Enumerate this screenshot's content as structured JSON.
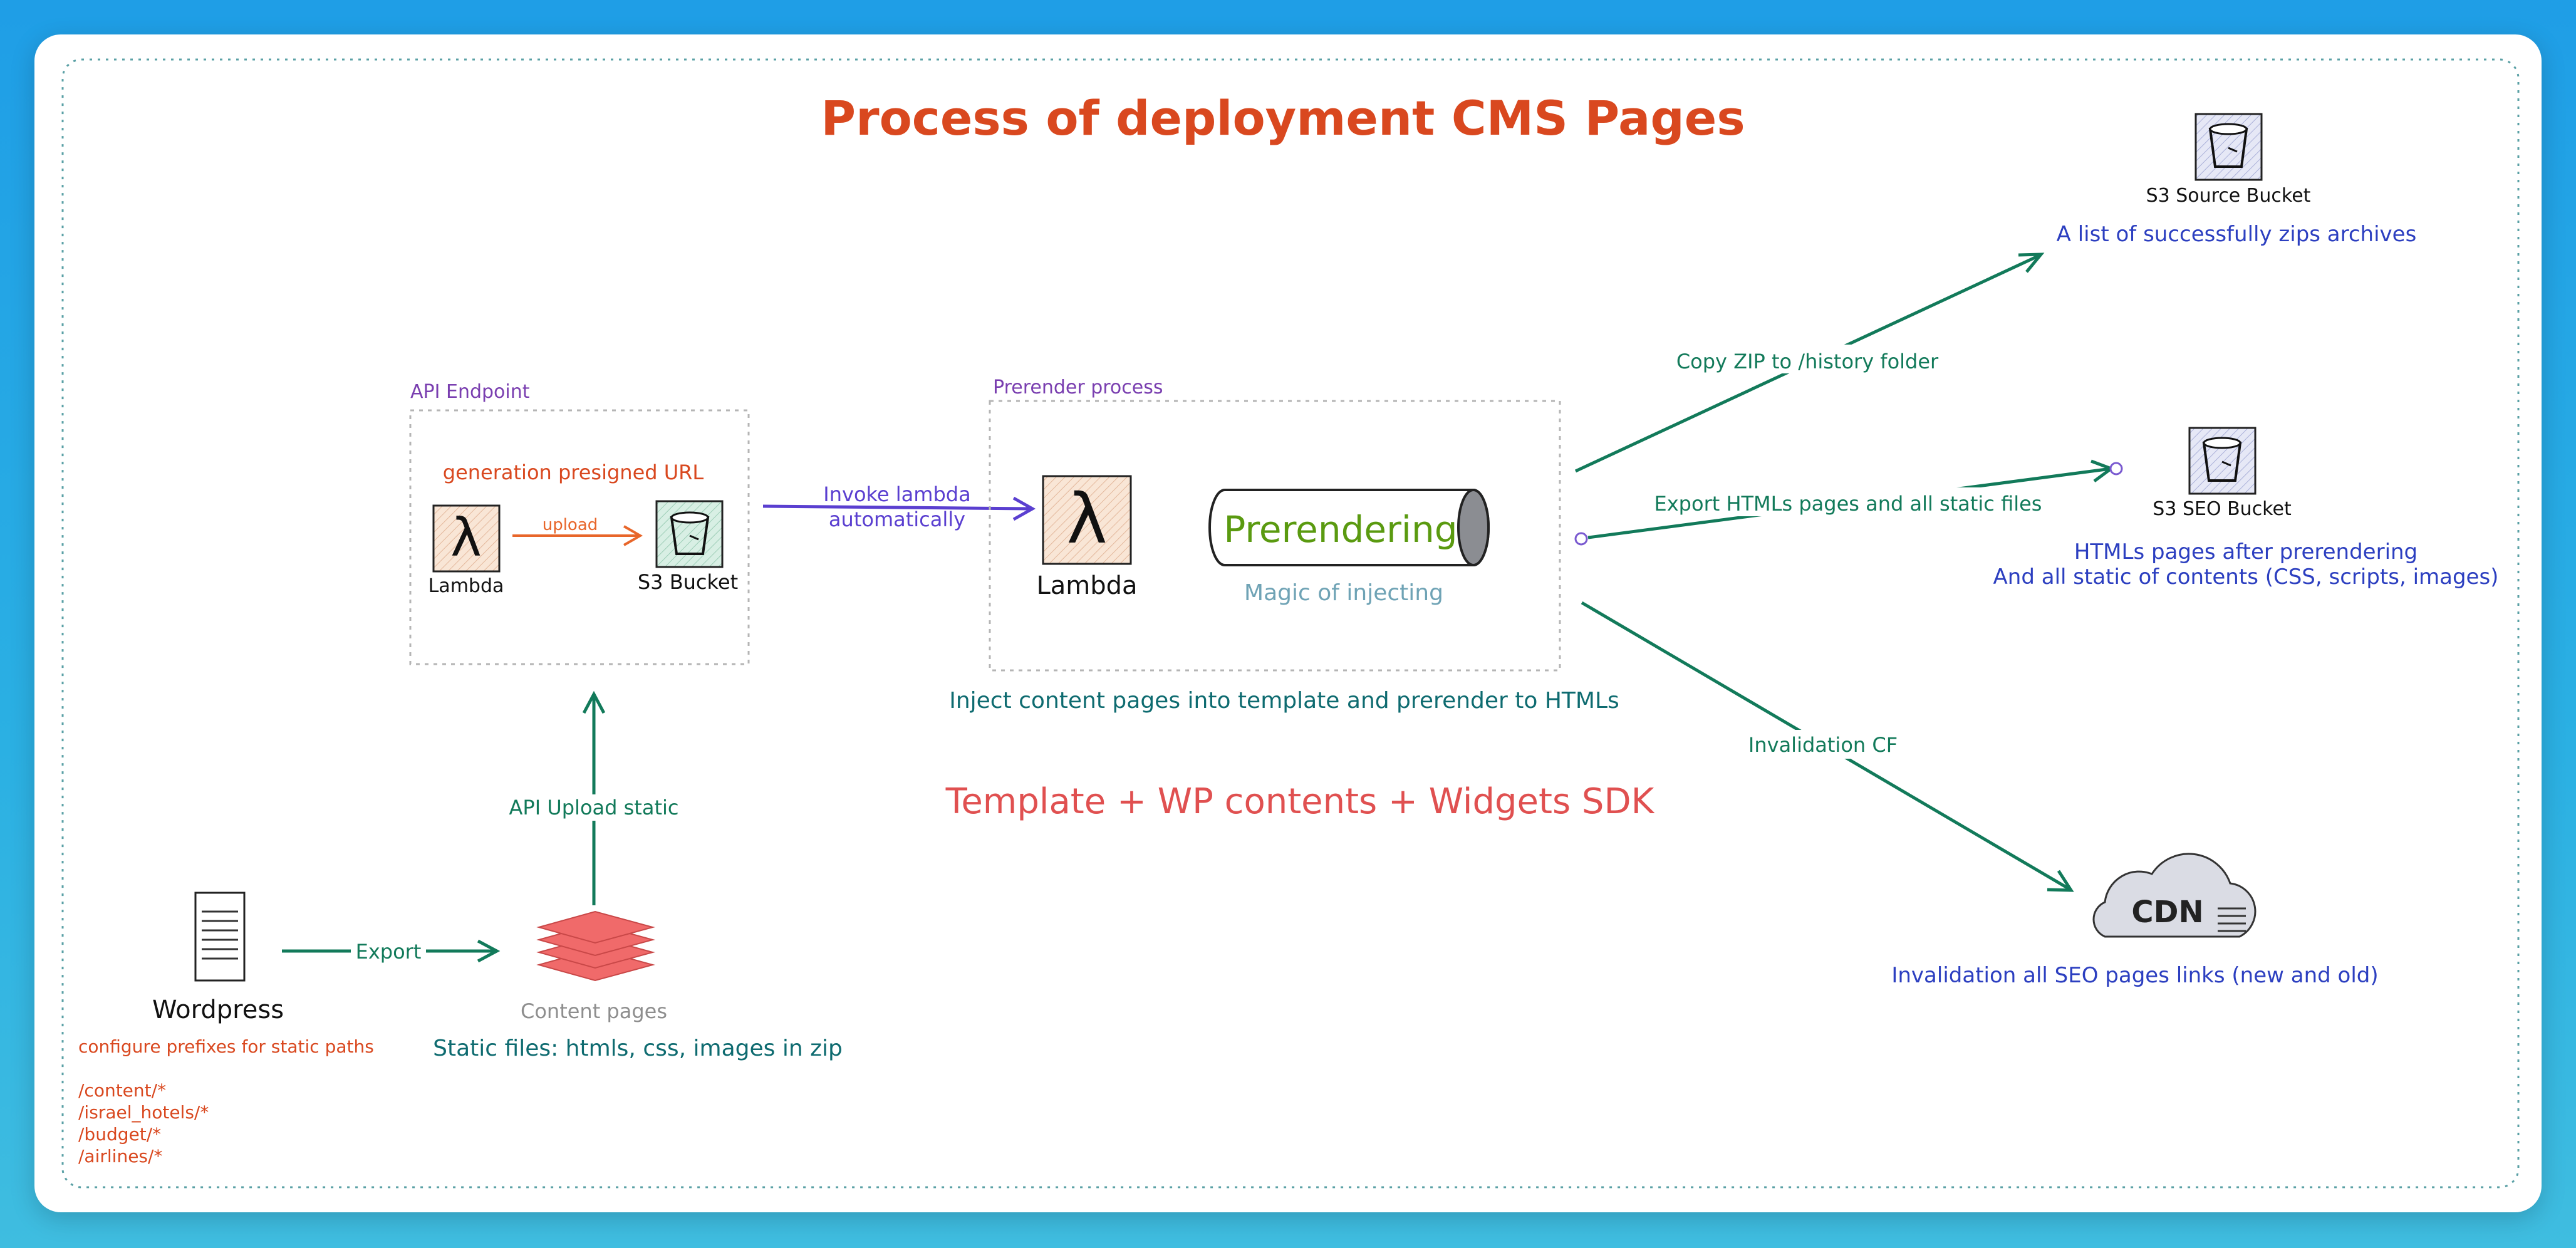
{
  "title": "Process of deployment CMS Pages",
  "wordpress": {
    "label": "Wordpress",
    "note": "configure prefixes for static paths",
    "paths": [
      "/content/*",
      "/israel_hotels/*",
      "/budget/*",
      "/airlines/*"
    ]
  },
  "export_label": "Export",
  "content_pages": {
    "label": "Content pages",
    "caption": "Static files: htmls, css, images in zip"
  },
  "api_upload_label": "API Upload static",
  "api_endpoint": {
    "group_label": "API Endpoint",
    "heading": "generation presigned URL",
    "lambda_label": "Lambda",
    "upload_label": "upload",
    "s3_label": "S3 Bucket"
  },
  "invoke_label": [
    "Invoke lambda",
    "automatically"
  ],
  "prerender": {
    "group_label": "Prerender process",
    "lambda_label": "Lambda",
    "cylinder_label": "Prerendering",
    "magic_label": "Magic of injecting",
    "caption": "Inject content pages into template and prerender to HTMLs"
  },
  "formula": "Template + WP contents + Widgets SDK",
  "copy_zip_label": "Copy ZIP to /history folder",
  "export_htmls_label": "Export HTMLs pages and all static files",
  "invalidation_label": "Invalidation CF",
  "s3_source": {
    "label": "S3 Source Bucket",
    "caption": "A list of successfully zips archives"
  },
  "s3_seo": {
    "label": "S3 SEO Bucket",
    "caption": [
      "HTMLs pages after prerendering",
      "And all static of contents (CSS, scripts, images)"
    ]
  },
  "cdn": {
    "label": "CDN",
    "caption": "Invalidation all SEO pages links (new and old)"
  },
  "colors": {
    "title": "#d9481f",
    "green": "#127a5a",
    "purple": "#7a3fb0",
    "indigo": "#5a3fd0",
    "blue": "#2c3fc0",
    "orange": "#e8662a",
    "red": "#e05050",
    "teal": "#0e6b70",
    "lightblue": "#6fa3b5",
    "lambda_fill": "#f9e6d6",
    "s3_fill": "#d8efe4",
    "layers": "#f06a6a"
  }
}
